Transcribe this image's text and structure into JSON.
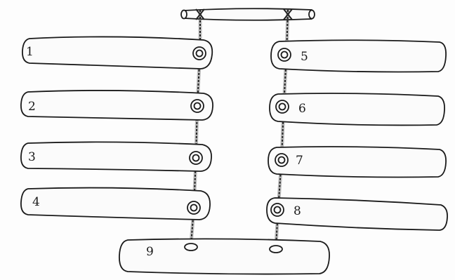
{
  "planks": [
    {
      "label": "1",
      "side": "left"
    },
    {
      "label": "2",
      "side": "left"
    },
    {
      "label": "3",
      "side": "left"
    },
    {
      "label": "4",
      "side": "left"
    },
    {
      "label": "5",
      "side": "right"
    },
    {
      "label": "6",
      "side": "right"
    },
    {
      "label": "7",
      "side": "right"
    },
    {
      "label": "8",
      "side": "right"
    },
    {
      "label": "9",
      "side": "bottom"
    }
  ]
}
